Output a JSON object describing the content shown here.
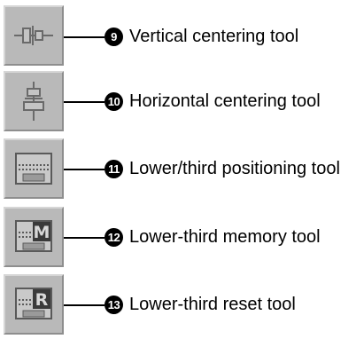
{
  "tools": [
    {
      "num": "9",
      "label": "Vertical centering tool",
      "icon": "vertical-centering-icon"
    },
    {
      "num": "10",
      "label": "Horizontal centering tool",
      "icon": "horizontal-centering-icon"
    },
    {
      "num": "11",
      "label": "Lower/third positioning tool",
      "icon": "lower-third-positioning-icon"
    },
    {
      "num": "12",
      "label": "Lower-third memory tool",
      "icon": "lower-third-memory-icon",
      "icon_letter": "M"
    },
    {
      "num": "13",
      "label": "Lower-third reset tool",
      "icon": "lower-third-reset-icon",
      "icon_letter": "R"
    }
  ],
  "colors": {
    "button_face": "#b9b9b9",
    "icon_stroke": "#5a5a5a",
    "text": "#000000"
  }
}
